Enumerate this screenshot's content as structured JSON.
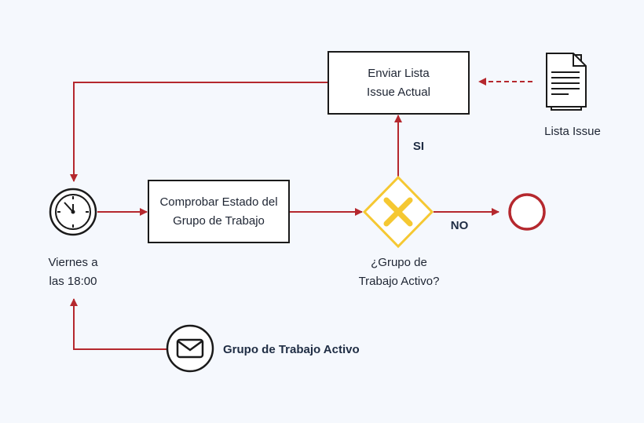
{
  "colors": {
    "flow": "#b5282e",
    "outline": "#1a1a1a",
    "gateway": "#f5c832",
    "end_event": "#b5282e",
    "background": "#f5f8fd"
  },
  "nodes": {
    "send_task": "Enviar Lista\nIssue Actual",
    "check_task": "Comprobar Estado del\nGrupo de Trabajo",
    "timer_label": "Viernes a\nlas 18:00",
    "gateway_label": "¿Grupo de\nTrabajo Activo?",
    "document_label": "Lista Issue",
    "message_label": "Grupo de Trabajo Activo"
  },
  "flows": {
    "yes_label": "SI",
    "no_label": "NO"
  },
  "icons": {
    "timer": "clock-icon",
    "message": "envelope-icon",
    "document": "document-icon",
    "gateway": "exclusive-gateway-x-icon",
    "end": "end-event-circle"
  }
}
